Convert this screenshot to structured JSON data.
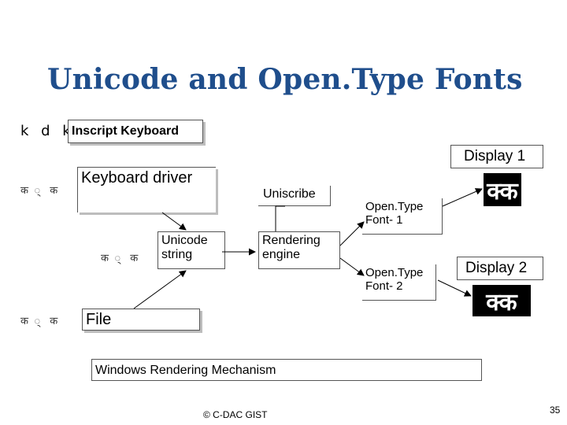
{
  "title": "Unicode and Open.Type Fonts",
  "kdk": "k d k",
  "inscript_keyboard": "Inscript Keyboard",
  "display1": "Display 1",
  "keyboard_driver": "Keyboard driver",
  "uniscribe": "Uniscribe",
  "opentype_font1": "Open.Type Font- 1",
  "unicode_string": "Unicode string",
  "rendering_engine": "Rendering engine",
  "opentype_font2": "Open.Type Font- 2",
  "display2": "Display 2",
  "file": "File",
  "windows_rendering": "Windows Rendering Mechanism",
  "devanagari_seq": "क ् क",
  "glyph1": "क्क",
  "glyph2": "क्क",
  "footer": "© C-DAC GIST",
  "page_number": "35"
}
